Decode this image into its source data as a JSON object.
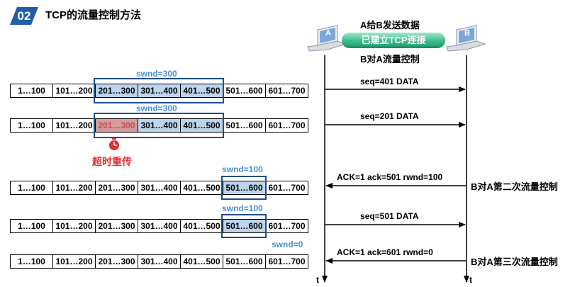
{
  "header": {
    "badge": "02",
    "title": "TCP的流量控制方法"
  },
  "colors": {
    "accent": "#1f5fa8",
    "window_fill": "#bcd4ec",
    "window_border": "#1f4f8a",
    "swnd_text": "#4a90d9",
    "retransmit": "#e03030"
  },
  "hosts": {
    "a": "A",
    "b": "B"
  },
  "connection": {
    "top_label": "A给B发送数据",
    "pipe_label": "已建立TCP连接",
    "bottom_label": "B对A流量控制"
  },
  "segments": [
    "1…100",
    "101…200",
    "201…300",
    "301…400",
    "401…500",
    "501…600",
    "601…700"
  ],
  "rows": [
    {
      "swnd_label": "swnd=300"
    },
    {
      "swnd_label": "swnd=300"
    },
    {
      "swnd_label": "swnd=100"
    },
    {
      "swnd_label": "swnd=100"
    },
    {
      "swnd_label": "swnd=0"
    }
  ],
  "retransmit_label": "超时重传",
  "messages": [
    {
      "text": "seq=401   DATA"
    },
    {
      "text": "seq=201   DATA"
    },
    {
      "text": "ACK=1  ack=501  rwnd=100"
    },
    {
      "text": "seq=501   DATA"
    },
    {
      "text": "ACK=1  ack=601     rwnd=0"
    }
  ],
  "side_labels": [
    "B对A第二次流量控制",
    "B对A第三次流量控制"
  ],
  "time_axis": {
    "a": "t",
    "b": "t"
  }
}
